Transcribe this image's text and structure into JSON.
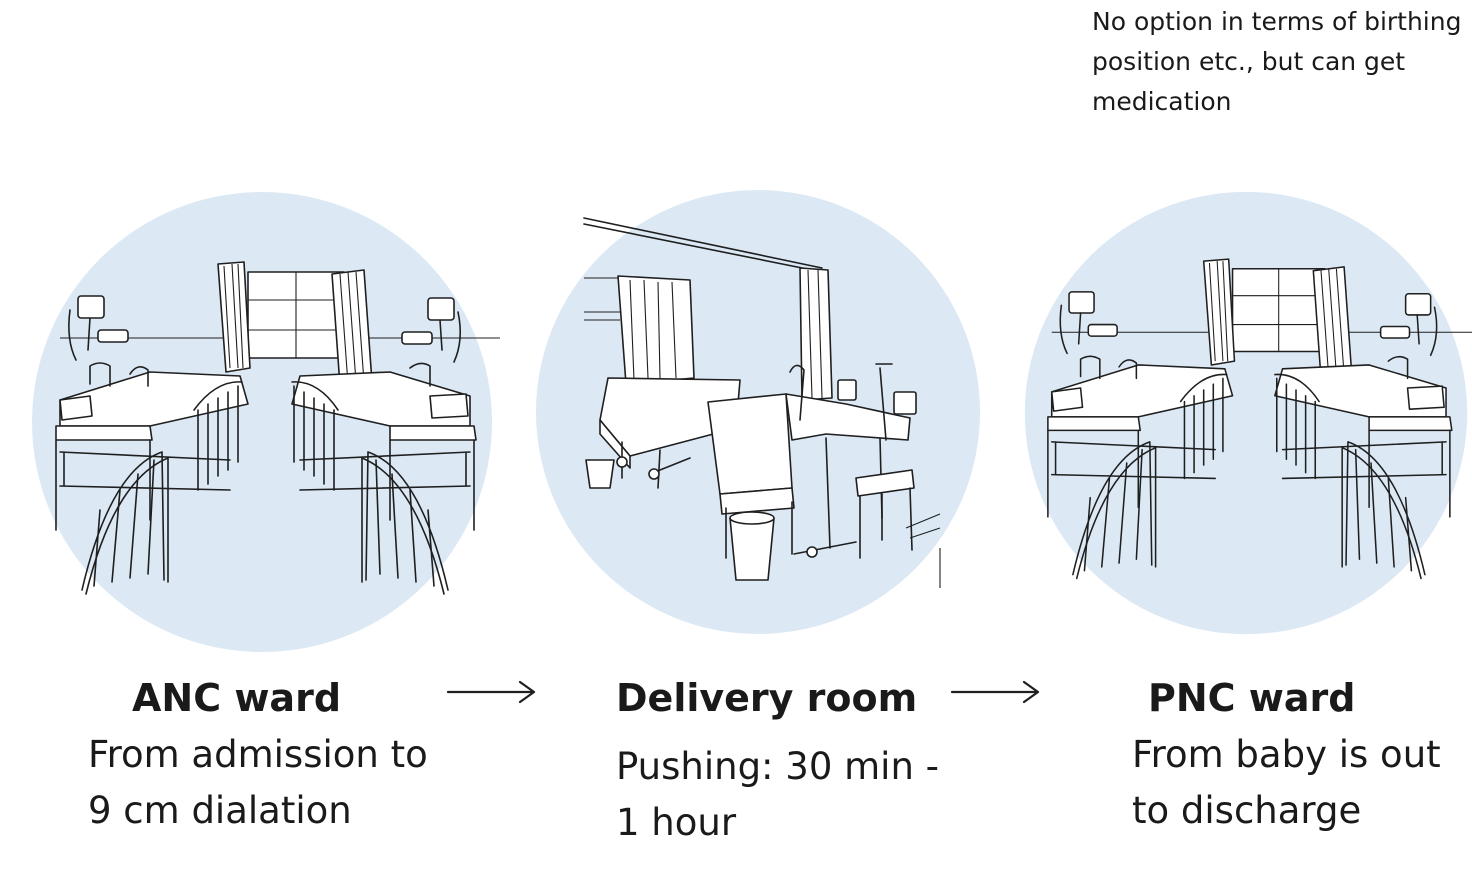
{
  "note": {
    "lines": [
      "No option in terms of birthing",
      "position etc., but can get",
      "medication"
    ]
  },
  "stages": [
    {
      "title": "ANC ward",
      "desc_lines": [
        "From admission to",
        "9 cm dialation"
      ]
    },
    {
      "title": "Delivery room",
      "desc_lines": [
        "Pushing: 30 min -",
        "1 hour"
      ]
    },
    {
      "title": "PNC ward",
      "desc_lines": [
        "From baby is out",
        "to discharge"
      ]
    }
  ],
  "colors": {
    "circle": "#dce9f5",
    "line": "#1f1f1f",
    "text": "#1a1a1a"
  },
  "icons": {
    "ward_scene": "hospital-ward-illustration",
    "delivery_scene": "delivery-room-illustration",
    "arrow": "right-arrow-icon"
  }
}
